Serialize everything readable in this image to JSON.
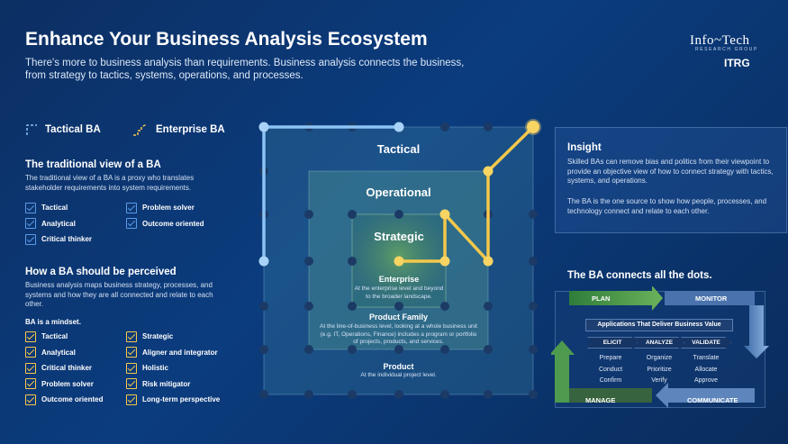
{
  "header": {
    "title": "Enhance Your Business Analysis Ecosystem",
    "subtitle": "There's more to business analysis than requirements. Business analysis connects the business, from strategy to tactics, systems, operations, and processes.",
    "brand": "Info~Tech",
    "brand_sub": "RESEARCH GROUP",
    "brand2": "ITRG"
  },
  "legend": {
    "tactical": "Tactical BA",
    "enterprise": "Enterprise BA"
  },
  "traditional": {
    "heading": "The traditional view of a BA",
    "text": "The traditional view of a BA is a proxy who translates stakeholder requirements into system requirements.",
    "items": [
      "Tactical",
      "Problem solver",
      "Analytical",
      "Outcome oriented",
      "Critical thinker"
    ]
  },
  "perceived": {
    "heading": "How a BA should be perceived",
    "text": "Business analysis maps business strategy, processes, and systems and how they are all connected and relate to each other.",
    "mindset": "BA is a mindset.",
    "items": [
      "Tactical",
      "Strategic",
      "Analytical",
      "Aligner and integrator",
      "Critical thinker",
      "Holistic",
      "Problem solver",
      "Risk mitigator",
      "Outcome oriented",
      "Long-term perspective"
    ]
  },
  "diagram": {
    "tactical": "Tactical",
    "operational": "Operational",
    "strategic": "Strategic",
    "enterprise_title": "Enterprise",
    "enterprise_text": "At the enterprise level and beyond to the broader landscape.",
    "product_family_title": "Product Family",
    "product_family_text": "At the line-of-business level, looking at a whole business unit (e.g. IT, Operations, Finance) includes a program or portfolio of projects, products, and services.",
    "product_title": "Product",
    "product_text": "At the individual project level."
  },
  "insight": {
    "heading": "Insight",
    "p1": "Skilled BAs can remove bias and politics from their viewpoint to provide an objective view of how to connect strategy with tactics, systems, and operations.",
    "p2": "The BA is the one source to show how people, processes, and technology connect and relate to each other."
  },
  "connects": {
    "heading": "The BA connects all the dots.",
    "plan": "PLAN",
    "monitor": "MONITOR",
    "manage": "MANAGE",
    "communicate": "COMMUNICATE",
    "center": "Applications That Deliver Business Value",
    "elicit": "ELICIT",
    "analyze": "ANALYZE",
    "validate": "VALIDATE",
    "col1": [
      "Prepare",
      "Conduct",
      "Confirm"
    ],
    "col2": [
      "Organize",
      "Prioritize",
      "Verify"
    ],
    "col3": [
      "Translate",
      "Allocate",
      "Approve"
    ]
  },
  "colors": {
    "tactical_line": "#8cc3f5",
    "enterprise_line": "#f5c84b",
    "background": "#0b3c7e"
  }
}
